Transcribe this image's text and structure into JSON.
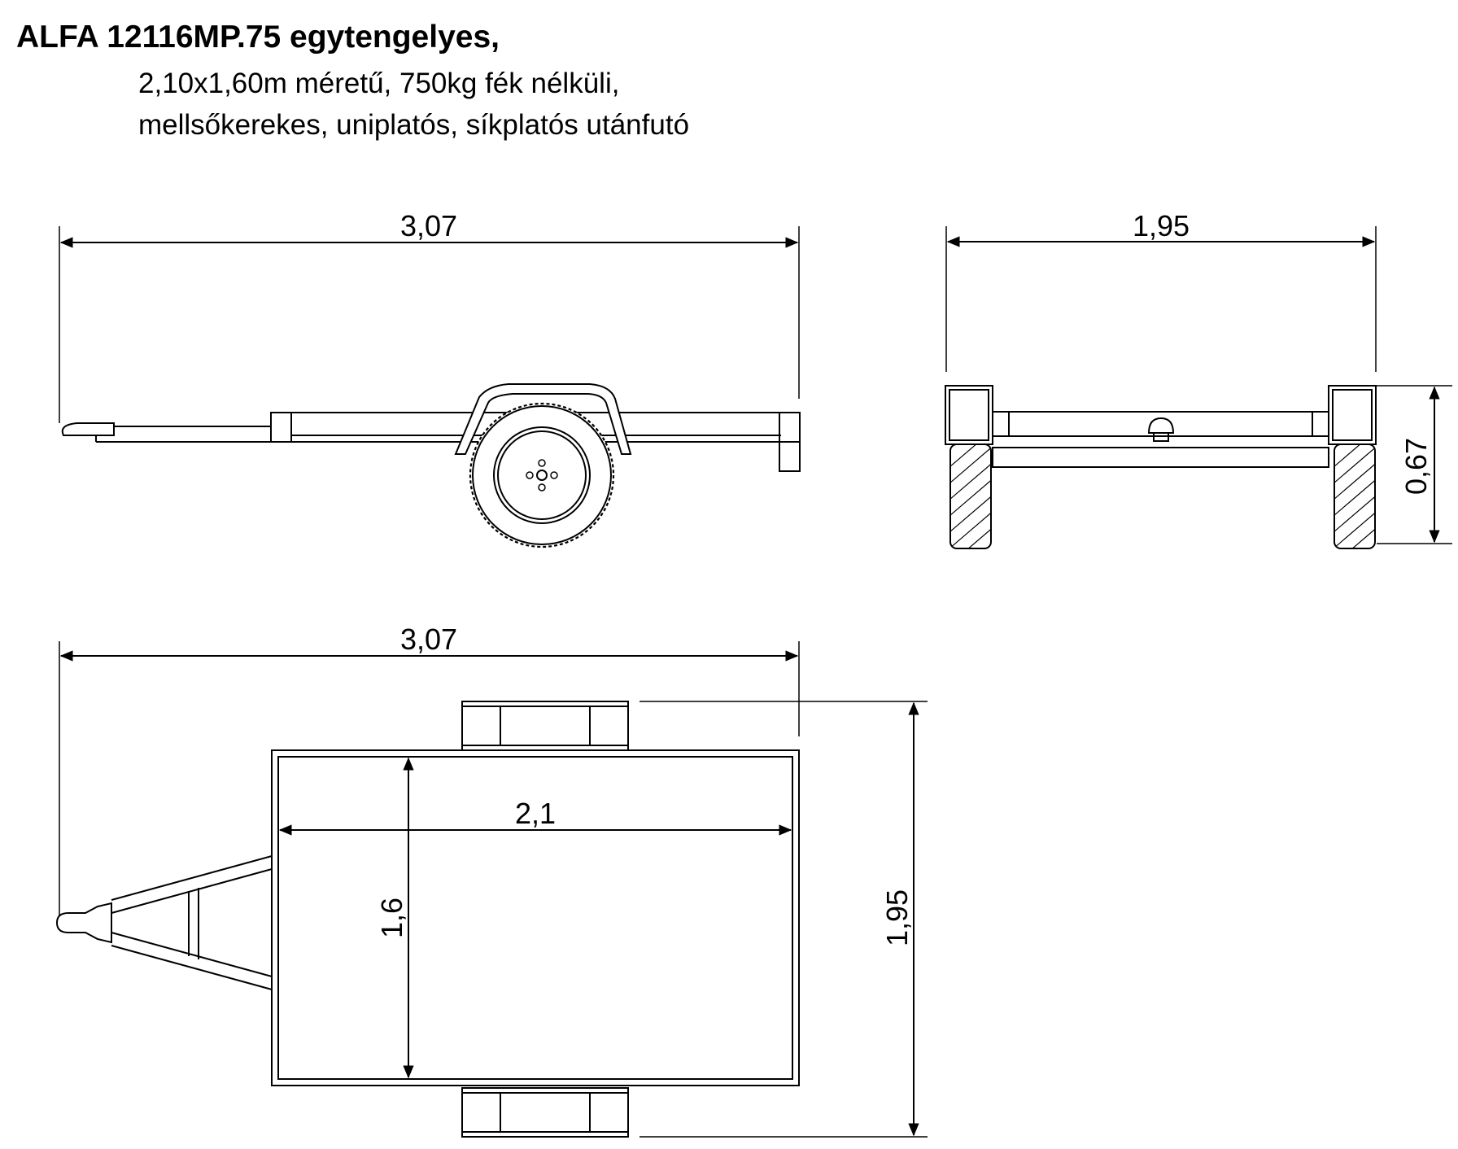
{
  "title": {
    "line1": "ALFA 12116MP.75 egytengelyes,",
    "line2": "2,10x1,60m méretű, 750kg fék nélküli,",
    "line3": "mellsőkerekes, uniplatós, síkplatós utánfutó"
  },
  "dimensions": {
    "side_length": "3,07",
    "rear_width": "1,95",
    "rear_height": "0,67",
    "top_length": "3,07",
    "platform_length": "2,1",
    "platform_width": "1,6",
    "overall_width": "1,95"
  }
}
